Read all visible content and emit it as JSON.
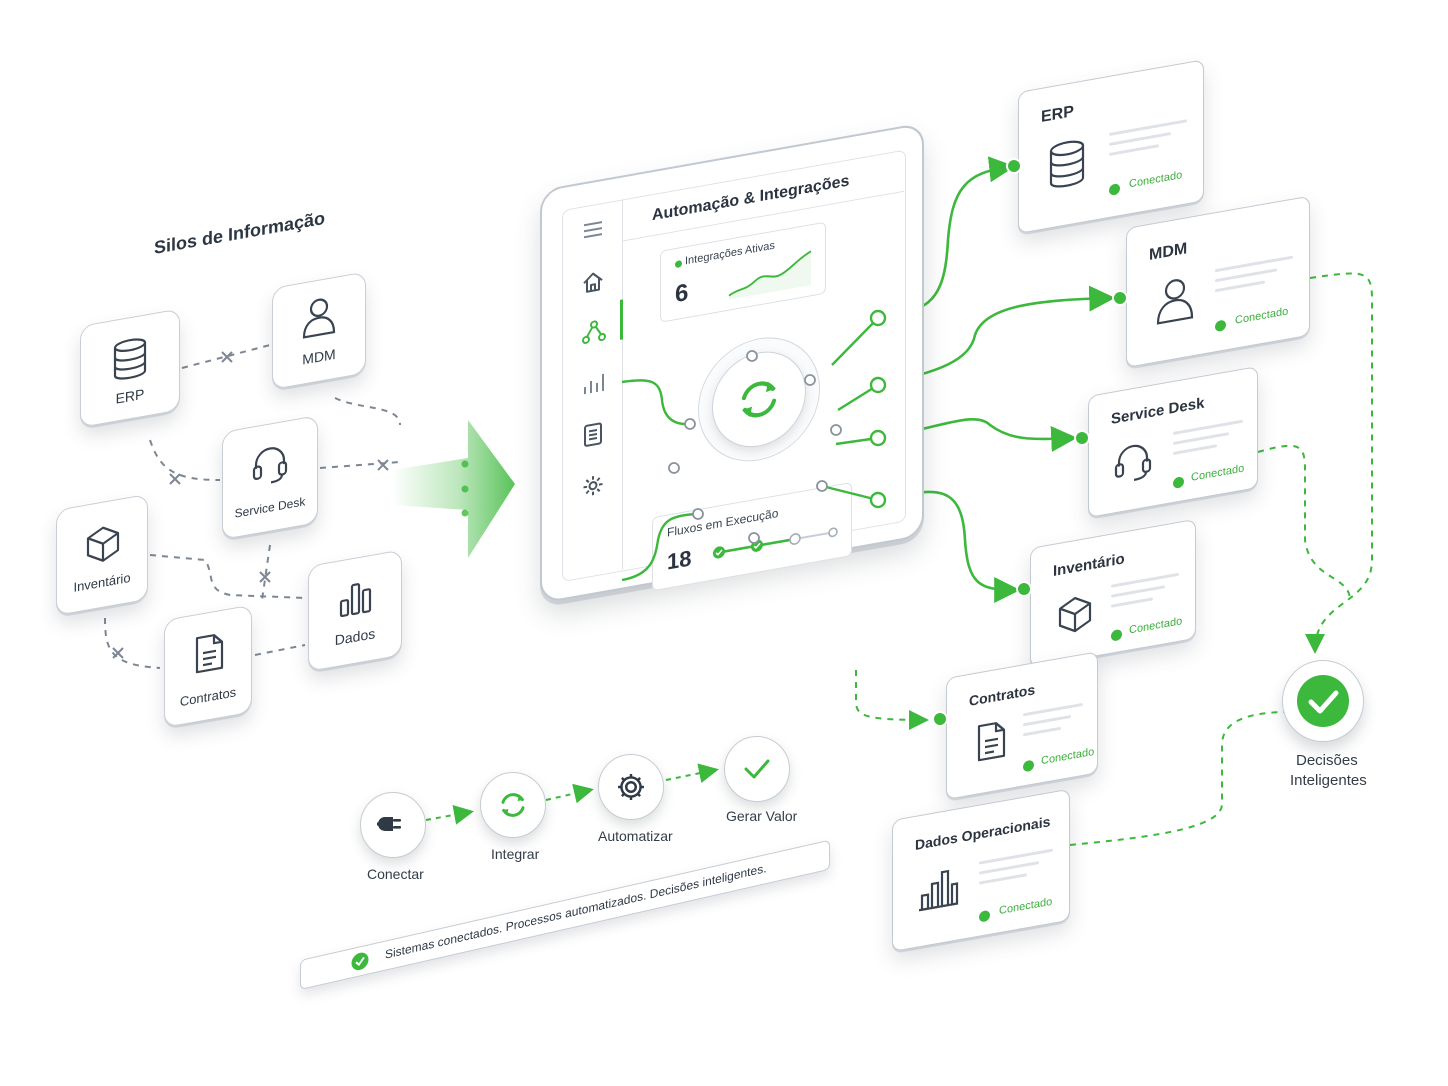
{
  "silos": {
    "title": "Silos de Informação",
    "items": [
      {
        "label": "ERP",
        "icon": "database-icon"
      },
      {
        "label": "MDM",
        "icon": "user-icon"
      },
      {
        "label": "Service Desk",
        "icon": "headset-icon"
      },
      {
        "label": "Inventário",
        "icon": "cube-icon"
      },
      {
        "label": "Contratos",
        "icon": "document-icon"
      },
      {
        "label": "Dados",
        "icon": "bar-chart-icon"
      }
    ]
  },
  "hub": {
    "title": "Automação & Integrações",
    "menu_icons": [
      "menu-icon",
      "home-icon",
      "network-icon",
      "bar-chart-icon",
      "document-icon",
      "gear-icon"
    ],
    "active_integrations": {
      "label": "Integrações Ativas",
      "value": "6"
    },
    "running_flows": {
      "label": "Fluxos em Execução",
      "value": "18",
      "steps_done": 2,
      "steps_total": 4
    }
  },
  "connected": {
    "status_label": "Conectado",
    "items": [
      {
        "title": "ERP",
        "icon": "database-icon"
      },
      {
        "title": "MDM",
        "icon": "user-icon"
      },
      {
        "title": "Service Desk",
        "icon": "headset-icon"
      },
      {
        "title": "Inventário",
        "icon": "cube-icon"
      },
      {
        "title": "Contratos",
        "icon": "document-icon"
      },
      {
        "title": "Dados Operacionais",
        "icon": "bar-chart-icon"
      }
    ]
  },
  "result": {
    "label_line1": "Decisões",
    "label_line2": "Inteligentes",
    "icon": "check-icon"
  },
  "steps": [
    {
      "label": "Conectar",
      "icon": "plug-icon"
    },
    {
      "label": "Integrar",
      "icon": "sync-icon"
    },
    {
      "label": "Automatizar",
      "icon": "gear-icon"
    },
    {
      "label": "Gerar Valor",
      "icon": "check-icon"
    }
  ],
  "banner": {
    "text": "Sistemas conectados. Processos automatizados. Decisões inteligentes."
  },
  "colors": {
    "accent": "#3cb83c",
    "outline": "#c6ccd3",
    "text": "#2b3440"
  }
}
